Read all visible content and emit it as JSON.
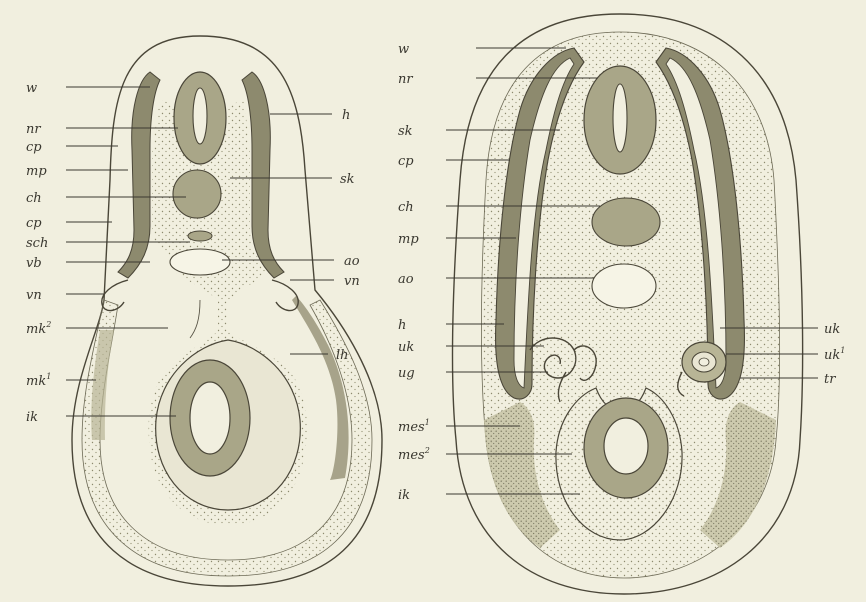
{
  "figure_left": {
    "labels": [
      {
        "text": "w",
        "sup": ""
      },
      {
        "text": "nr",
        "sup": ""
      },
      {
        "text": "cp",
        "sup": ""
      },
      {
        "text": "mp",
        "sup": ""
      },
      {
        "text": "ch",
        "sup": ""
      },
      {
        "text": "cp",
        "sup": ""
      },
      {
        "text": "sch",
        "sup": ""
      },
      {
        "text": "vb",
        "sup": ""
      },
      {
        "text": "vn",
        "sup": ""
      },
      {
        "text": "mk",
        "sup": "2"
      },
      {
        "text": "mk",
        "sup": "1"
      },
      {
        "text": "ik",
        "sup": ""
      },
      {
        "text": "h",
        "sup": ""
      },
      {
        "text": "sk",
        "sup": ""
      },
      {
        "text": "ao",
        "sup": ""
      },
      {
        "text": "vn",
        "sup": ""
      },
      {
        "text": "lh",
        "sup": ""
      }
    ]
  },
  "figure_right": {
    "labels": [
      {
        "text": "w",
        "sup": ""
      },
      {
        "text": "nr",
        "sup": ""
      },
      {
        "text": "sk",
        "sup": ""
      },
      {
        "text": "cp",
        "sup": ""
      },
      {
        "text": "ch",
        "sup": ""
      },
      {
        "text": "mp",
        "sup": ""
      },
      {
        "text": "ao",
        "sup": ""
      },
      {
        "text": "h",
        "sup": ""
      },
      {
        "text": "uk",
        "sup": ""
      },
      {
        "text": "ug",
        "sup": ""
      },
      {
        "text": "mes",
        "sup": "1"
      },
      {
        "text": "mes",
        "sup": "2"
      },
      {
        "text": "ik",
        "sup": ""
      },
      {
        "text": "uk",
        "sup": ""
      },
      {
        "text": "uk",
        "sup": "1"
      },
      {
        "text": "tr",
        "sup": ""
      }
    ]
  },
  "colors": {
    "paper": "#f1efdf",
    "ink": "#3a3830",
    "dark_tissue": "#8d8a6e",
    "mid_tissue": "#b8b596",
    "light_tissue": "#d6d3b8"
  }
}
